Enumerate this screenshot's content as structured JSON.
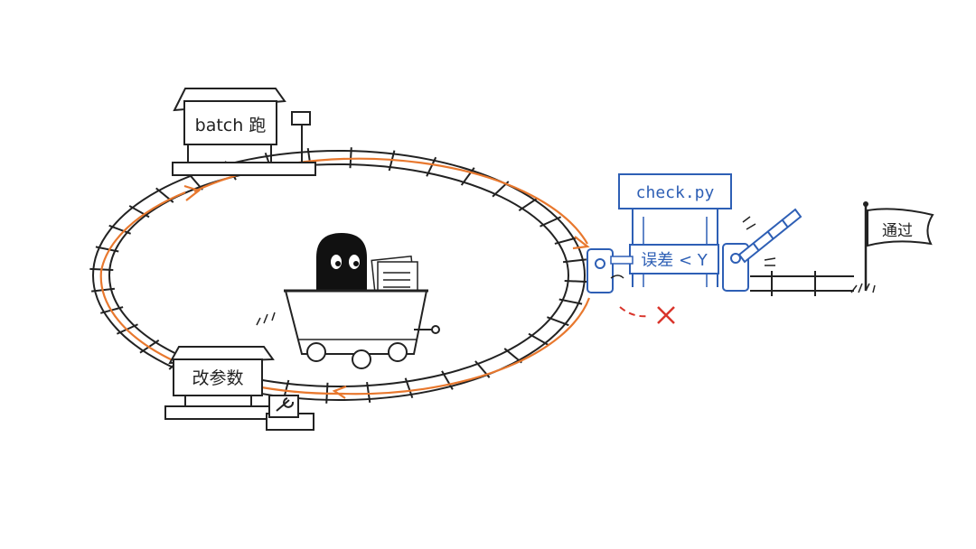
{
  "signs": {
    "batch_run": "batch 跑",
    "change_params": "改参数",
    "check_script": "check.py",
    "gate_condition": "误差 < Y",
    "pass_flag": "通过"
  },
  "colors": {
    "loop_arrow": "#E8782E",
    "checkpoint": "#2E5FB5",
    "reject_mark": "#D9342B",
    "ink": "#222222"
  },
  "icons": {
    "cart": "mine-cart",
    "character": "black-blob-character",
    "papers": "paper-stack-icon",
    "wrench": "wrench-icon",
    "barrier": "barrier-gate-icon",
    "reject": "cross-icon",
    "flag": "flag-icon"
  }
}
